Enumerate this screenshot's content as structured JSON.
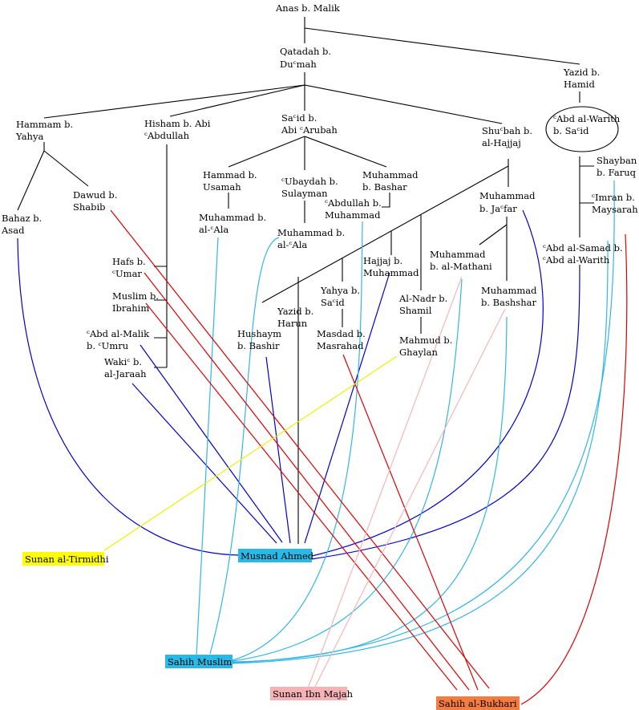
{
  "narrators": {
    "anas": "Anas b. Malik",
    "qatadah_1": "Qatadah b.",
    "qatadah_2": "Duᶜmah",
    "yazid_hamid_1": "Yazid b.",
    "yazid_hamid_2": "Hamid",
    "hammam_1": "Hammam b.",
    "hammam_2": "Yahya",
    "hisham_1": "Hisham b. Abi",
    "hisham_2": "ᶜAbdullah",
    "said_1": "Saᶜid b.",
    "said_2": "Abi ᶜArubah",
    "shubah_1": "Shuᶜbah b.",
    "shubah_2": "al-Hajjaj",
    "abdwarith_1": "ᶜAbd al-Warith",
    "abdwarith_2": "b. Saᶜid",
    "bahaz_1": "Bahaz b.",
    "bahaz_2": "Asad",
    "dawud_1": "Dawud b.",
    "dawud_2": "Shabib",
    "hammad_usamah_1": "Hammad b.",
    "hammad_usamah_2": "Usamah",
    "ubaydah_1": "ᶜUbaydah b.",
    "ubaydah_2": "Sulayman",
    "muhammad_bashar_1": "Muhammad",
    "muhammad_bashar_2": "b. Bashar",
    "abdullah_muhammad_1": "ᶜAbdullah b.",
    "abdullah_muhammad_2": "Muhammad",
    "muhammad_jafar_1": "Muhammad",
    "muhammad_jafar_2": "b. Jaᶜfar",
    "shayban_1": "Shayban",
    "shayban_2": "b. Faruq",
    "imran_1": "ᶜImran b.",
    "imran_2": "Maysarah",
    "muhammad_ala1_1": "Muhammad b.",
    "muhammad_ala1_2": "al-ᶜAla",
    "muhammad_ala2_1": "Muhammad b.",
    "muhammad_ala2_2": "al-ᶜAla",
    "muhammad_mathani_1": "Muhammad",
    "muhammad_mathani_2": "b. al-Mathani",
    "abdsamad_1": "ᶜAbd al-Samad b.",
    "abdsamad_2": "ᶜAbd al-Warith",
    "hafs_1": "Hafs b.",
    "hafs_2": "ᶜUmar",
    "hajjaj_1": "Hajjaj b.",
    "hajjaj_2": "Muhammad",
    "muslim_ibrahim_1": "Muslim b.",
    "muslim_ibrahim_2": "Ibrahim",
    "yahya_said_1": "Yahya b.",
    "yahya_said_2": "Saᶜid",
    "nadr_1": "Al-Nadr b.",
    "nadr_2": "Shamil",
    "muhammad_bashshar_1": "Muhammad",
    "muhammad_bashshar_2": "b. Bashshar",
    "yazid_harun_1": "Yazid b.",
    "yazid_harun_2": "Harun",
    "hushaym_1": "Hushaym",
    "hushaym_2": "b. Bashir",
    "masdad_1": "Masdad b.",
    "masdad_2": "Masrahad",
    "abdmalik_1": "ᶜAbd al-Malik",
    "abdmalik_2": "b. ᶜUmru",
    "mahmud_1": "Mahmud b.",
    "mahmud_2": "Ghaylan",
    "waki_1": "Wakiᶜ b.",
    "waki_2": "al-Jaraah"
  },
  "collections": {
    "tirmidhi": "Sunan al-Tirmidhi",
    "ahmed": "Musnad Ahmed",
    "muslim": "Sahih Muslim",
    "majah": "Sunan Ibn Majah",
    "bukhari": "Sahih al-Bukhari"
  },
  "colors": {
    "tirmidhi": "#ffff00",
    "ahmed": "#29b9e6",
    "muslim": "#29b9e6",
    "majah": "#f5b3b6",
    "bukhari": "#f57c41",
    "line_ahmed": "#0000cc",
    "line_muslim": "#33b5e5",
    "line_bukhari": "#dd0000",
    "line_majah": "#f4b6b8",
    "line_tirmidhi": "#eeee00"
  }
}
